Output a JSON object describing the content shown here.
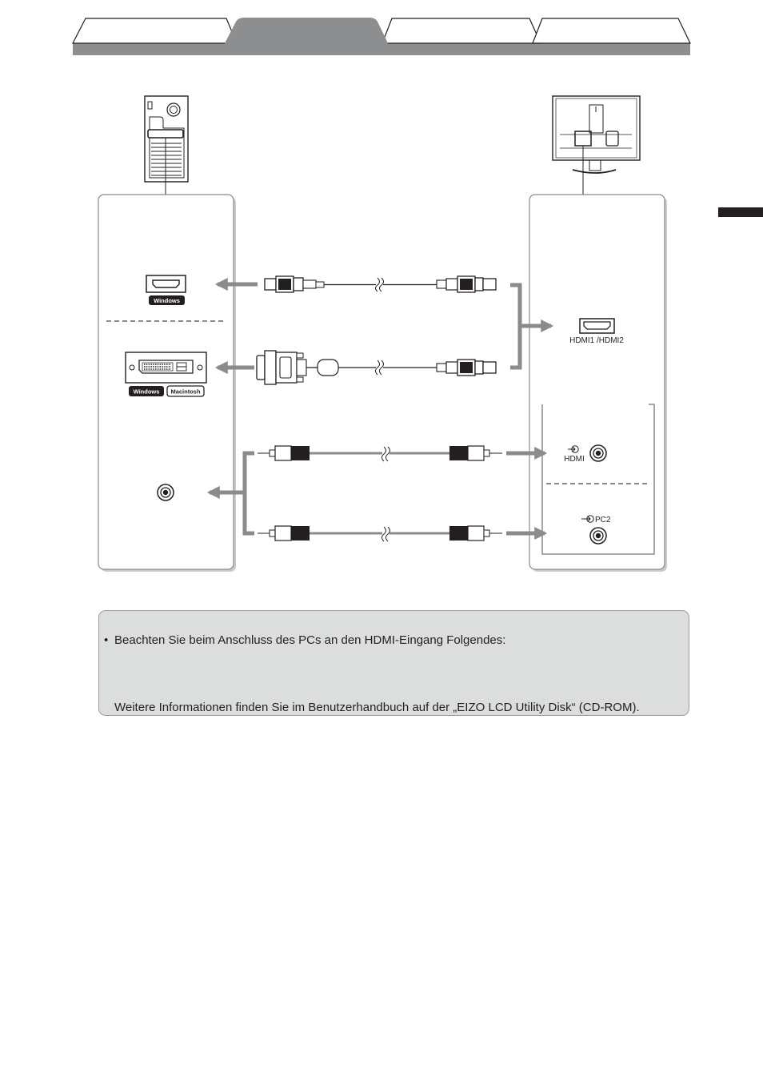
{
  "tabs": [
    {
      "label": ""
    },
    {
      "label": "",
      "active": true
    },
    {
      "label": ""
    },
    {
      "label": ""
    }
  ],
  "pc_panel": {
    "hdmi_badge": "Windows",
    "dvi_badges": [
      "Windows",
      "Macintosh"
    ]
  },
  "monitor_panel": {
    "hdmi_ports_label": "HDMI1 /HDMI2",
    "audio_hdmi_label": "HDMI",
    "audio_pc2_label": "PC2"
  },
  "note": {
    "line1": "Beachten Sie beim Anschluss des PCs an den HDMI-Eingang Folgendes:",
    "line2": "Weitere Informationen finden Sie im Benutzerhandbuch auf der „EIZO LCD Utility Disk“ (CD-ROM)."
  },
  "colors": {
    "arrow": "#8a8b8c",
    "tab_active": "#8d8e8f",
    "note_bg": "#dcdddd",
    "line": "#231f20"
  },
  "icons": [
    "pc-tower-icon",
    "monitor-rear-icon",
    "hdmi-port-icon",
    "dvi-port-icon",
    "audio-jack-icon",
    "hdmi-cable-icon",
    "dvi-hdmi-cable-icon",
    "audio-cable-icon",
    "audio-input-icon"
  ]
}
